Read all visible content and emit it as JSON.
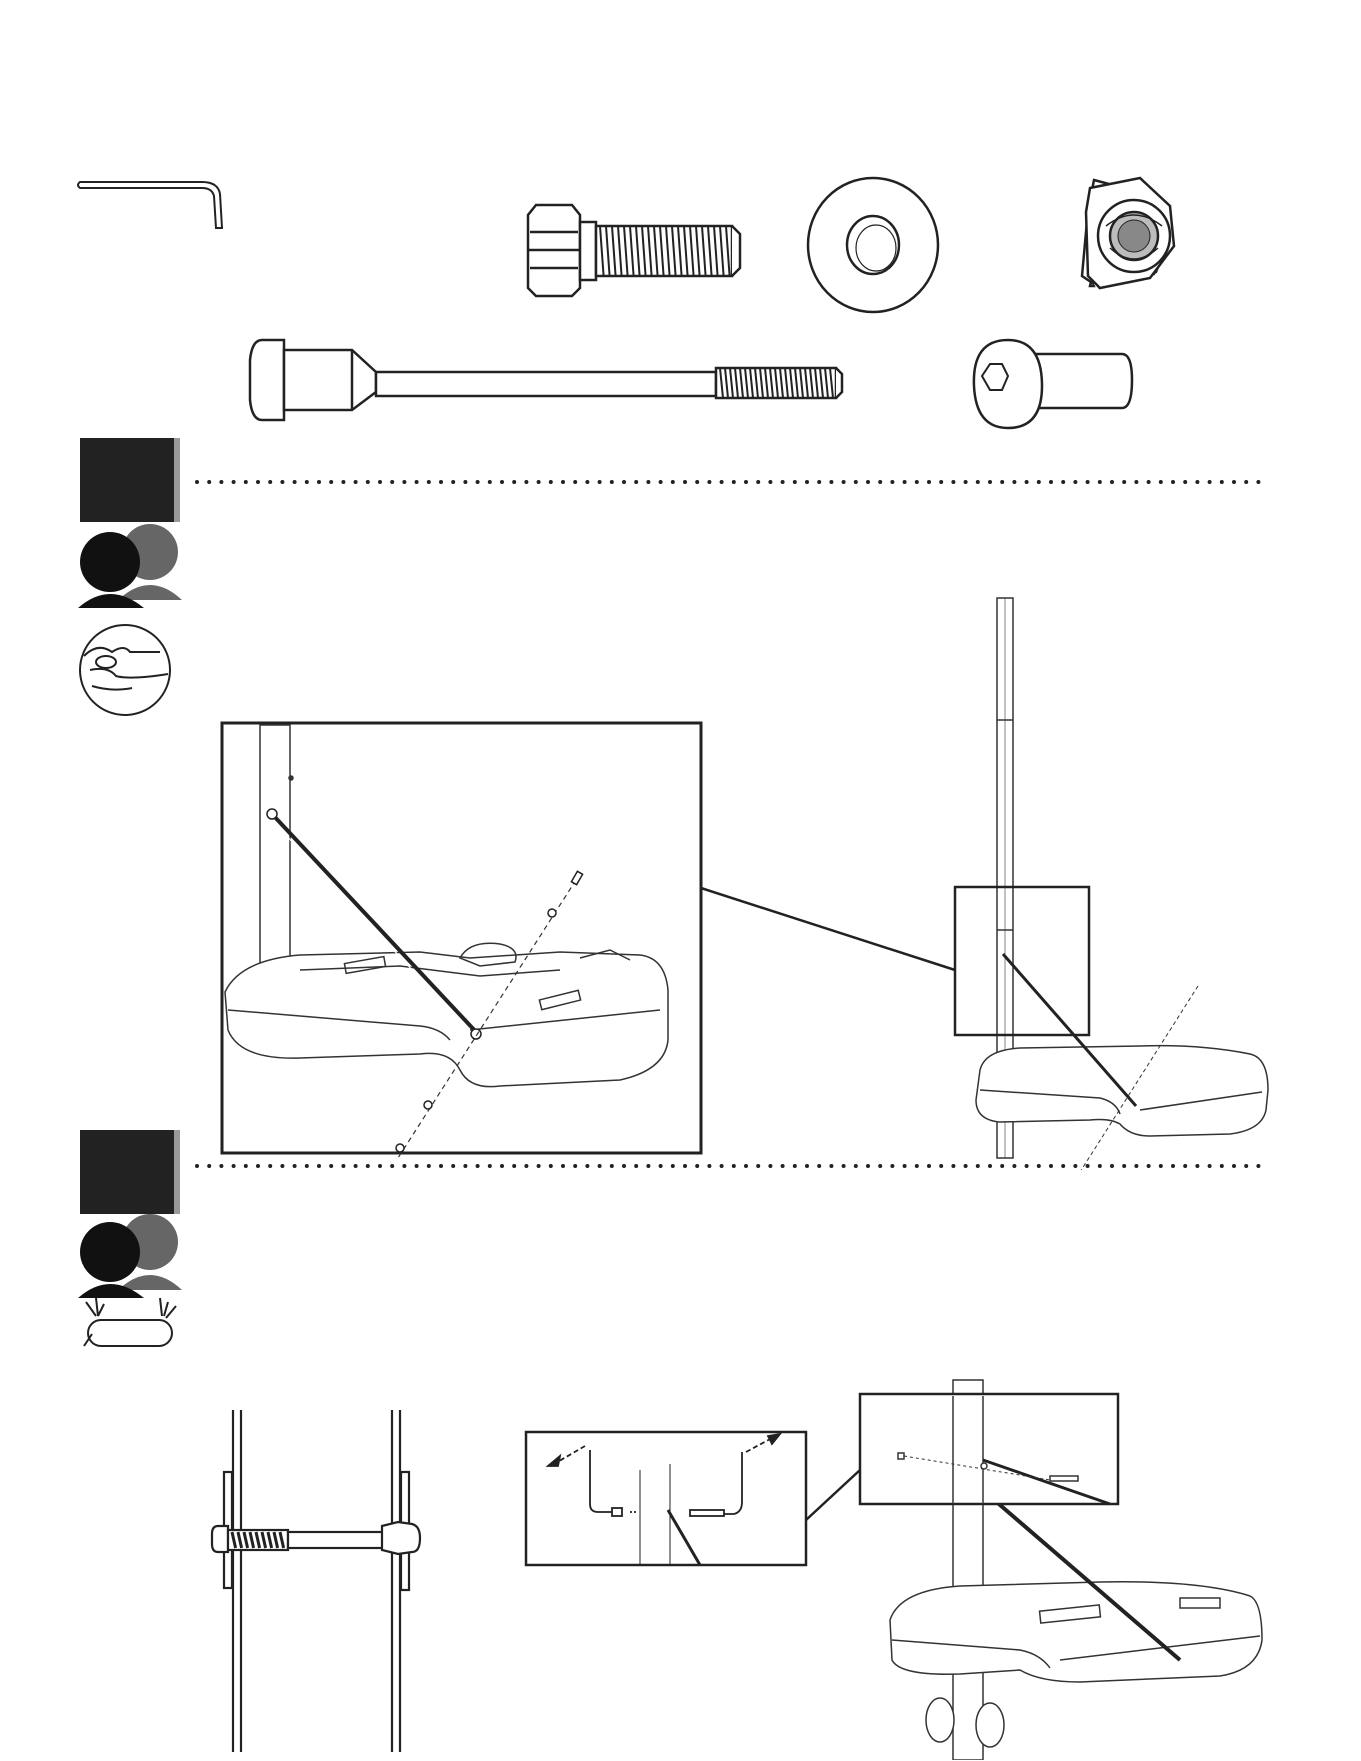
{
  "page": {
    "title": "",
    "footer_code": ""
  },
  "hardware": [
    {
      "id": "hex-key",
      "name": "hex-key-icon"
    },
    {
      "id": "hex-bolt",
      "name": "hex-bolt-icon"
    },
    {
      "id": "flat-washer",
      "name": "flat-washer-icon"
    },
    {
      "id": "lock-nut",
      "name": "lock-nut-icon"
    },
    {
      "id": "long-shoulder-bolt",
      "name": "long-shoulder-bolt-icon"
    },
    {
      "id": "barrel-nut",
      "name": "barrel-nut-icon"
    }
  ],
  "steps": [
    {
      "icons": [
        "two-person-icon",
        "hand-tighten-icon"
      ]
    },
    {
      "icons": [
        "two-person-icon",
        "attention-note-icon"
      ]
    }
  ],
  "colors": {
    "line": "#222222",
    "step_box": "#222222",
    "step_box_shadow": "#9a9a9a",
    "person_front": "#111111",
    "person_back": "#666666"
  }
}
